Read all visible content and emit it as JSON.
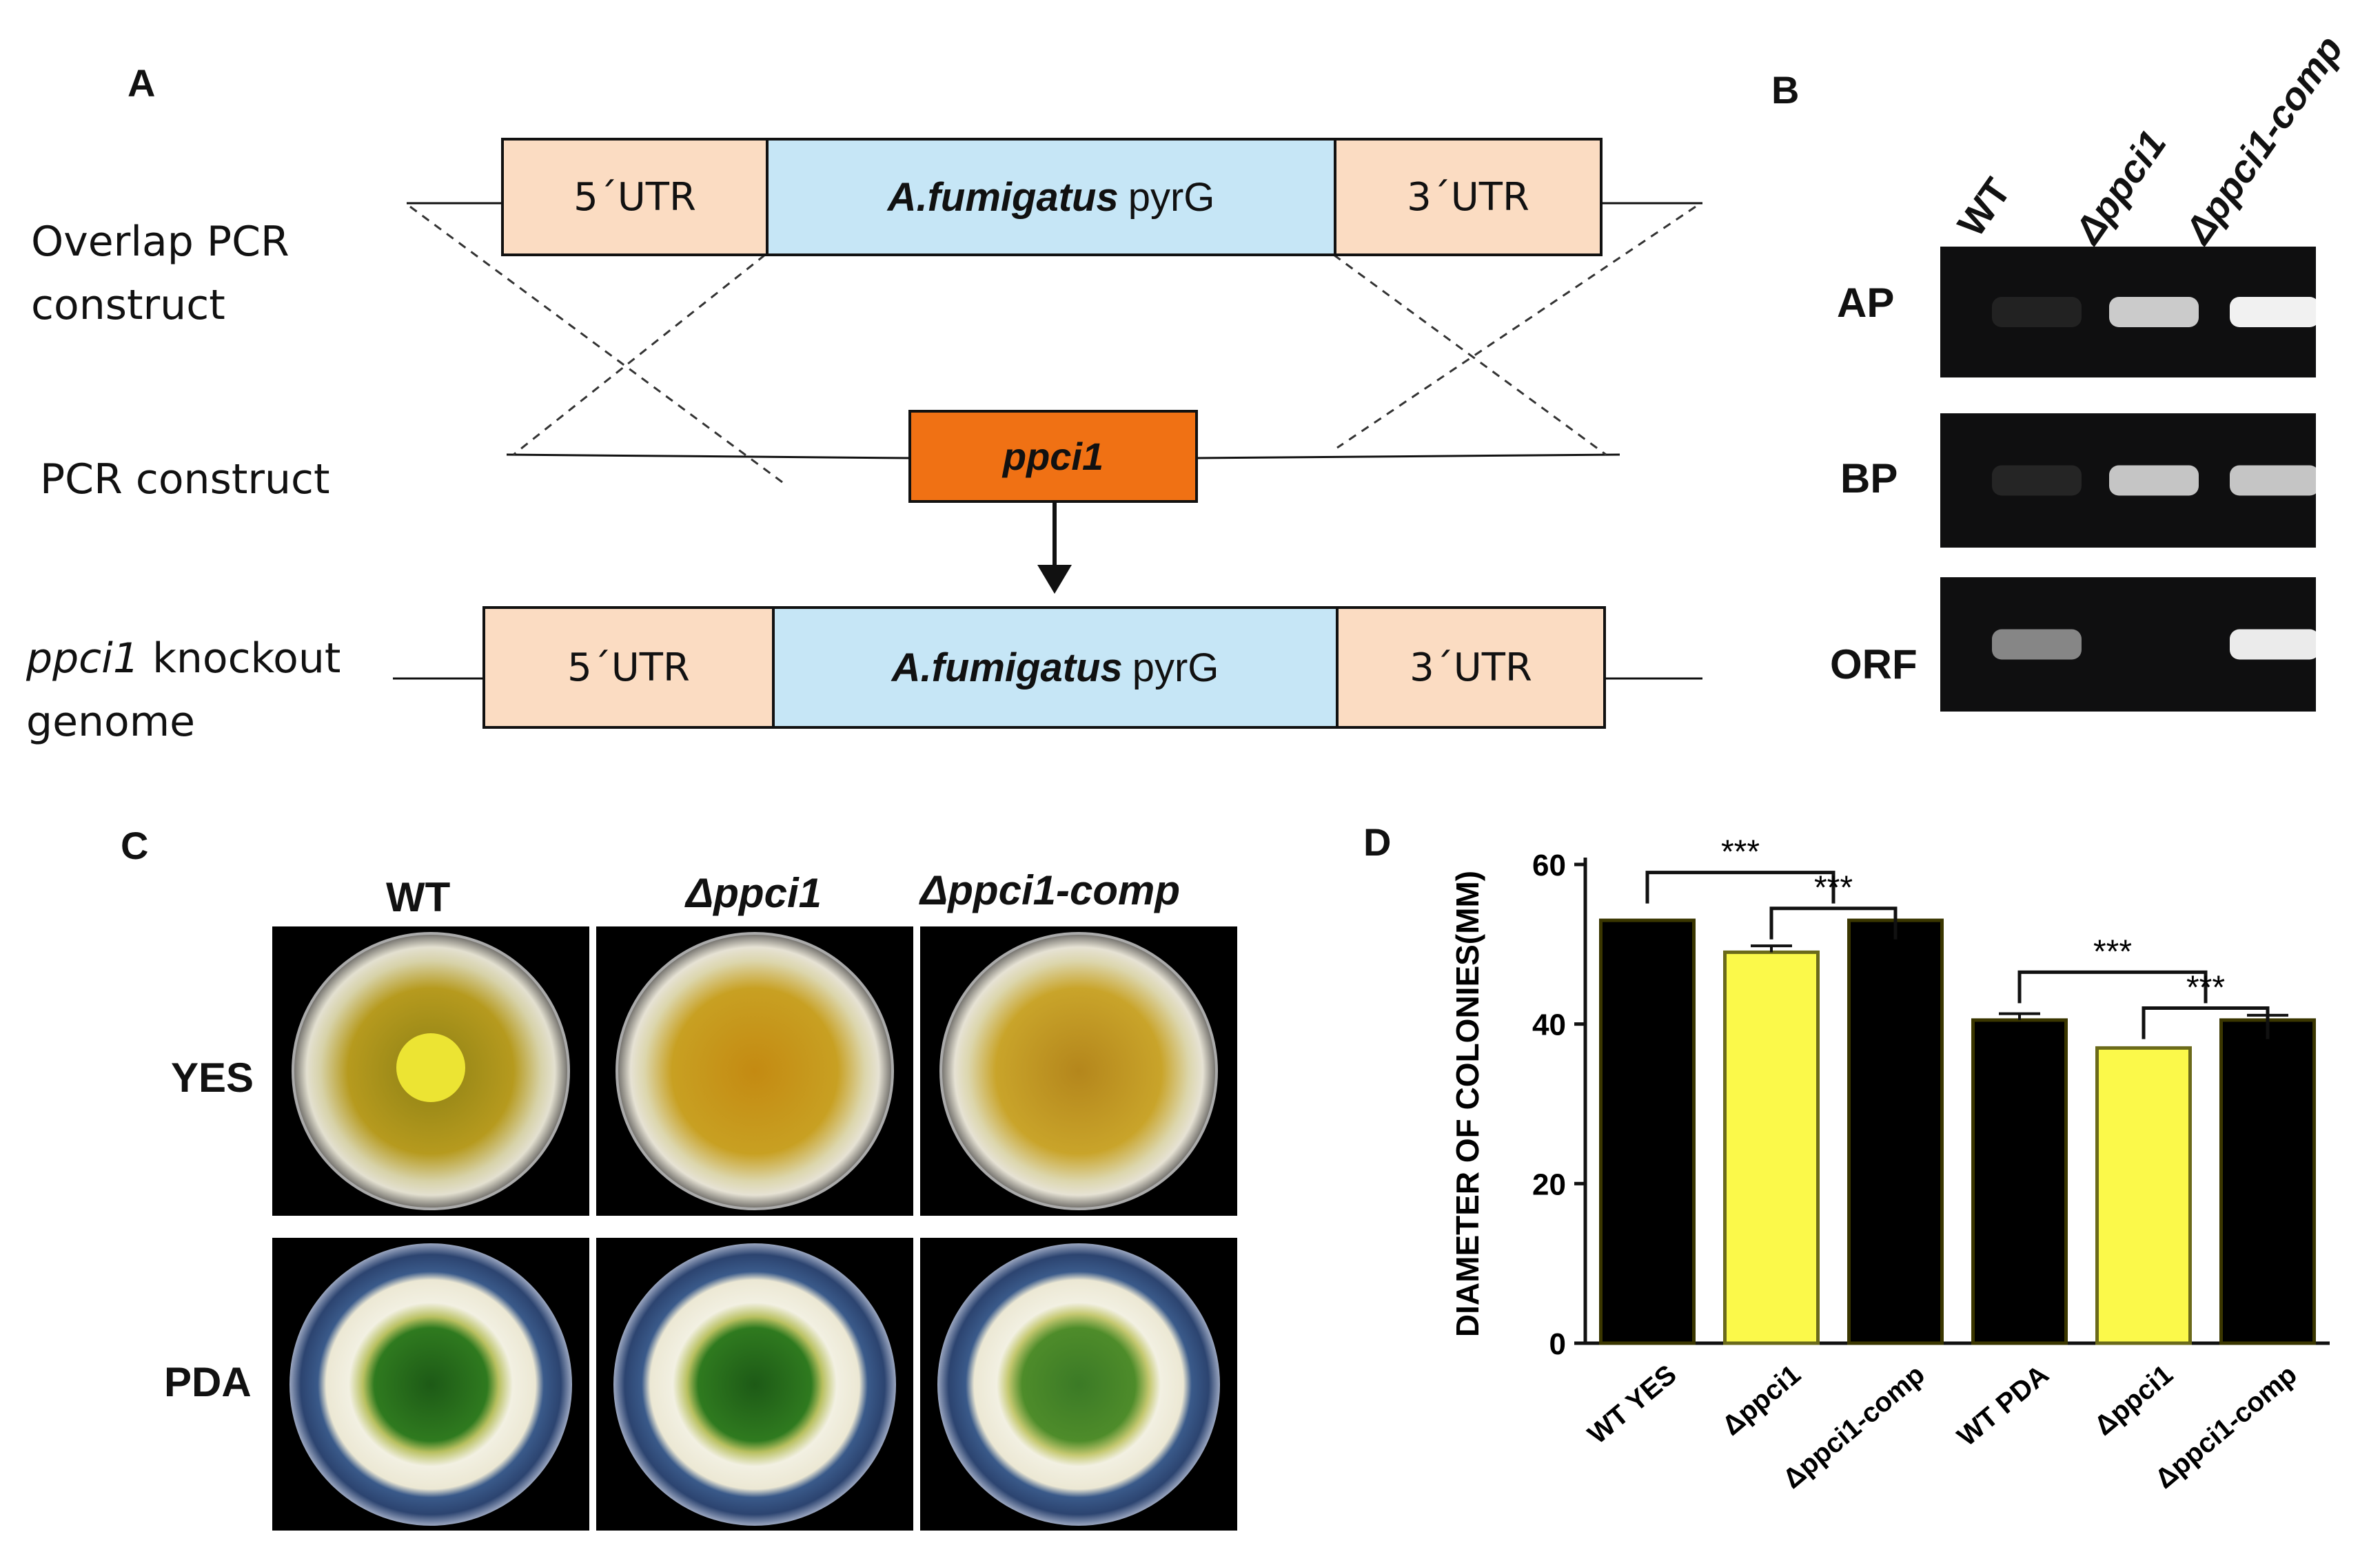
{
  "panels": {
    "a": {
      "letter": "A",
      "row_labels": {
        "overlap": "Overlap PCR\nconstruct",
        "pcr": "PCR construct",
        "knockout_italic": "ppci1",
        "knockout_rest": " knockout\ngenome"
      },
      "top_construct": {
        "utr5": "5´UTR",
        "gene_italic": "A.fumigatus",
        "gene_rest": "pyrG",
        "utr3": "3´UTR"
      },
      "pcr_gene": "ppci1",
      "bottom_construct": {
        "utr5": "5´UTR",
        "gene_italic": "A.fumigatus",
        "gene_rest": "pyrG",
        "utr3": "3´UTR"
      }
    },
    "b": {
      "letter": "B",
      "lanes": [
        "WT",
        "Δppci1",
        "Δppci1-comp"
      ],
      "rows": [
        {
          "label": "AP",
          "bands": [
            0.03,
            0.75,
            0.95
          ]
        },
        {
          "label": "BP",
          "bands": [
            0.05,
            0.72,
            0.72
          ]
        },
        {
          "label": "ORF",
          "bands": [
            0.5,
            0.0,
            0.92
          ]
        }
      ]
    },
    "c": {
      "letter": "C",
      "strains": [
        "WT",
        "Δppci1",
        "Δppci1-comp"
      ],
      "media": [
        "YES",
        "PDA"
      ]
    },
    "d": {
      "letter": "D"
    }
  },
  "colors": {
    "utr": "#fbdcc2",
    "pyrg": "#c6e6f6",
    "ppci": "#f07114",
    "bar_yellow": "#fbf94a",
    "bar_black": "#000000"
  },
  "chart_data": {
    "type": "bar",
    "categories": [
      "WT YES",
      "Δppci1",
      "Δppci1-comp",
      "WT PDA",
      "Δppci1",
      "Δppci1-comp"
    ],
    "values": [
      53,
      49,
      53,
      40.5,
      37,
      40.5
    ],
    "errors": [
      0,
      0.8,
      0,
      0.8,
      0,
      0.6
    ],
    "bar_colors": [
      "#000000",
      "#fbf94a",
      "#000000",
      "#000000",
      "#fbf94a",
      "#000000"
    ],
    "ylabel": "DIAMETER OF COLONIES(MM)",
    "xlabel": "",
    "ylim": [
      0,
      60
    ],
    "yticks": [
      0,
      20,
      40,
      60
    ],
    "significance": [
      {
        "from": 0,
        "to": 1.5,
        "label": "***"
      },
      {
        "from": 1,
        "to": 2,
        "label": "***"
      },
      {
        "from": 3,
        "to": 4.5,
        "label": "***"
      },
      {
        "from": 4,
        "to": 5,
        "label": "***"
      }
    ]
  }
}
